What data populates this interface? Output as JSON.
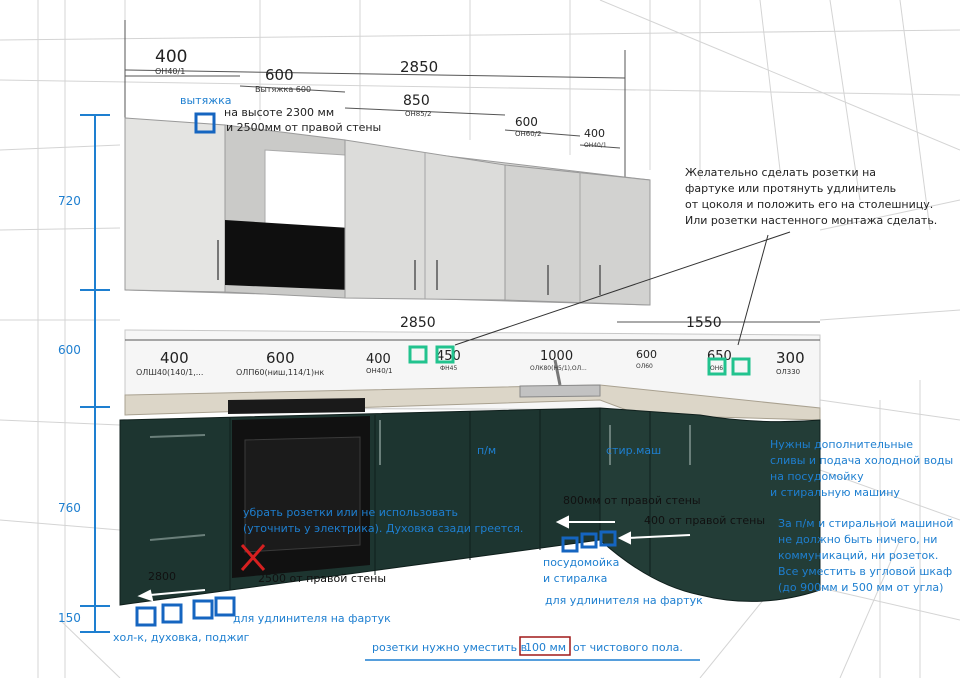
{
  "vertical_dims": [
    "720",
    "600",
    "760",
    "150"
  ],
  "upper_dims": {
    "total": "2850",
    "units": [
      {
        "size": "400",
        "code": "ОН40/1"
      },
      {
        "size": "600",
        "code": "Вытяжка 600"
      },
      {
        "size": "850",
        "code": "ОН85/2"
      },
      {
        "size": "600",
        "code": "ОН60/2"
      },
      {
        "size": "400",
        "code": "ОН40/1"
      }
    ]
  },
  "lower_dims": {
    "total_left": "2850",
    "total_right": "1550",
    "units": [
      {
        "size": "400",
        "code": "ОЛШ40(140/1,..."
      },
      {
        "size": "600",
        "code": "ОЛП60(ниш,114/1)нк"
      },
      {
        "size": "400",
        "code": "ОН40/1"
      },
      {
        "size": "450",
        "code": "ФН45"
      },
      {
        "size": "1000",
        "code": "ОЛК80(Н5/1),ОЛ..."
      },
      {
        "size": "600",
        "code": "ОЛ60"
      },
      {
        "size": "650",
        "code": "ОН65"
      },
      {
        "size": "300",
        "code": "ОЛ330"
      }
    ]
  },
  "notes": {
    "hood_title": "вытяжка",
    "hood_line1": "на высоте 2300 мм",
    "hood_line2": "и 2500мм от правой стены",
    "socket_advice": [
      "Желательно сделать розетки на",
      "фартуке или протянуть удлинитель",
      "от цоколя и положить его на столешницу.",
      "Или розетки настенного монтажа сделать."
    ],
    "dishwasher_label": "п/м",
    "washer_label": "стир.маш",
    "drains_note": [
      "Нужны дополнительные",
      "сливы и подача холодной воды",
      "на посудомойку",
      "и стиральную машину"
    ],
    "corner_note": [
      "За п/м и стиральной машиной",
      "не должно быть ничего, ни",
      "коммуникаций, ни розеток.",
      "Все уместить в угловой шкаф",
      "(до 900мм и 500 мм от угла)"
    ],
    "remove_sockets": [
      "убрать розетки или не использовать",
      "(уточнить у электрика). Духовка сзади греется."
    ],
    "dist_800": "800мм от правой стены",
    "dist_400": "400 от правой стены",
    "dist_2800": "2800",
    "dist_2500": "2500 от правой стены",
    "dw_wm_sockets": [
      "посудомойка",
      "и стиралка"
    ],
    "extension_right": "для удлинителя на фартук",
    "extension_left": "для удлинителя на фартук",
    "appliances_left": "хол-к, духовка, поджиг",
    "bottom_prefix": "розетки нужно уместить в",
    "bottom_highlight": "100 мм",
    "bottom_suffix": "от чистового пола."
  },
  "colors": {
    "annotation_blue": "#1e7fd0",
    "socket_blue": "#1565c0",
    "socket_green": "#22c38e",
    "cross_red": "#d62020",
    "highlight_red": "#a01818",
    "cabinet_dark": "#1d3530",
    "cabinet_light": "#d9d9d7",
    "countertop": "#dcd6c8"
  }
}
